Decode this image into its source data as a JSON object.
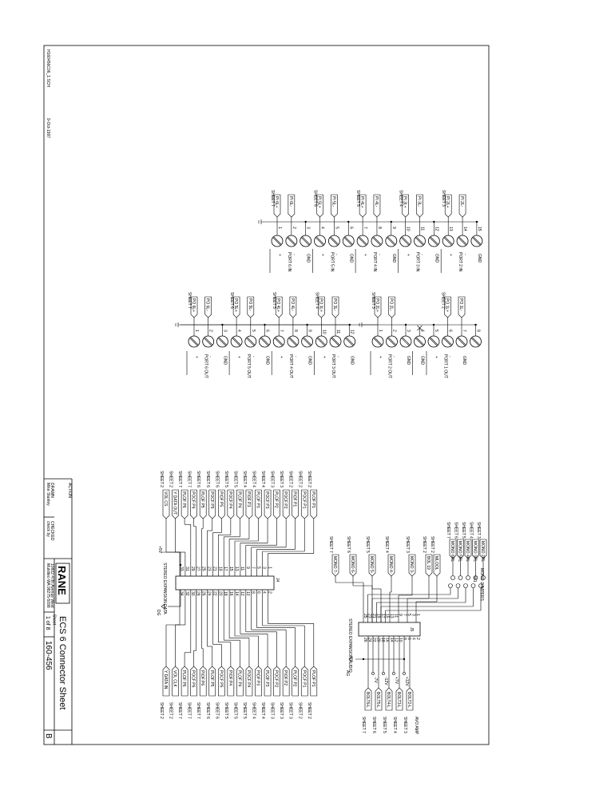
{
  "title_block": {
    "title": "ECS 6 Connector Sheet",
    "doc_number": "160-456",
    "sheet_label": "Sheet",
    "sheet": "1 of 8",
    "revision": "B",
    "company_logo": "RANE",
    "address_line1": "10802 47th Avenue West",
    "address_line2": "Mukilteo WA 98275-5098",
    "drawn_label": "DRAWN",
    "drawn_by": "Mike Stanley",
    "checked_label": "CHECKED",
    "checked_by": "check by",
    "action_label": "ACTION",
    "filename": "H160456C06_1.SCH",
    "date": "9-Oct-1997"
  },
  "port_inputs": {
    "pins": [
      {
        "n": "1",
        "tag": "PI 6L+",
        "sheet": "SHEET 7"
      },
      {
        "n": "2",
        "tag": "PI 6L-"
      },
      {
        "n": "3"
      },
      {
        "n": "4",
        "tag": "PI 5L+",
        "sheet": "SHEET 6"
      },
      {
        "n": "5",
        "tag": "PI 5L-"
      },
      {
        "n": "6"
      },
      {
        "n": "7",
        "tag": "PI 4L+",
        "sheet": "SHEET 5"
      },
      {
        "n": "8",
        "tag": "PI 4L-"
      },
      {
        "n": "9"
      },
      {
        "n": "10",
        "tag": "PI 3L+",
        "sheet": "SHEET 4"
      },
      {
        "n": "11",
        "tag": "PI 3L-"
      },
      {
        "n": "12"
      },
      {
        "n": "13",
        "tag": "PI 2L+",
        "sheet": "SHEET 3"
      },
      {
        "n": "14",
        "tag": "PI 2L-"
      },
      {
        "n": "15"
      }
    ],
    "groups": [
      {
        "port": "PORT 6 IN",
        "signs": [
          "+",
          "-",
          "GND"
        ]
      },
      {
        "port": "PORT 5 IN",
        "signs": [
          "+",
          "-",
          "GND"
        ]
      },
      {
        "port": "PORT 4 IN",
        "signs": [
          "+",
          "-",
          "GND"
        ]
      },
      {
        "port": "PORT 3 IN",
        "signs": [
          "+",
          "-",
          "GND"
        ]
      },
      {
        "port": "PORT 2 IN",
        "signs": [
          "+",
          "-",
          "GND"
        ]
      }
    ],
    "ref": "J1"
  },
  "port_outputs": {
    "pins_a": [
      {
        "n": "1",
        "tag": "PO 6L+",
        "sheet": "SHEET 7"
      },
      {
        "n": "2",
        "tag": "PO 6L-"
      },
      {
        "n": "3"
      },
      {
        "n": "4",
        "tag": "PO 5L+",
        "sheet": "SHEET 6"
      },
      {
        "n": "5",
        "tag": "PO 5L-"
      },
      {
        "n": "6"
      },
      {
        "n": "7",
        "tag": "PO 4L+",
        "sheet": "SHEET 5"
      },
      {
        "n": "8",
        "tag": "PO 4L-"
      },
      {
        "n": "9"
      },
      {
        "n": "10",
        "tag": "PO 3L+",
        "sheet": "SHEET 4"
      },
      {
        "n": "11",
        "tag": "PO 3L-"
      },
      {
        "n": "12"
      }
    ],
    "groups_a": [
      {
        "port": "PORT 6 OUT",
        "signs": [
          "+",
          "-",
          "GND"
        ]
      },
      {
        "port": "PORT 5 OUT",
        "signs": [
          "+",
          "-",
          "GND"
        ]
      },
      {
        "port": "PORT 4 OUT",
        "signs": [
          "+",
          "-",
          "GND"
        ]
      },
      {
        "port": "PORT 3 OUT",
        "signs": [
          "+",
          "-",
          "GND"
        ]
      }
    ],
    "pins_b": [
      {
        "n": "1",
        "tag": "PO 2L+",
        "sheet": "SHEET 3"
      },
      {
        "n": "2",
        "tag": "PO 2L-"
      },
      {
        "n": "3"
      },
      {
        "n": "4",
        "nc": true
      },
      {
        "n": "5"
      },
      {
        "n": "6",
        "tag": "PO 1L+",
        "sheet": "SHEET 2"
      },
      {
        "n": "7",
        "tag": "PO 1L-"
      },
      {
        "n": "8"
      }
    ],
    "groups_b": [
      {
        "port": "PORT 2 OUT",
        "signs": [
          "+",
          "-",
          "GND"
        ]
      },
      {
        "port": "",
        "signs": [
          "GND"
        ]
      },
      {
        "port": "PORT 1 OUT",
        "signs": [
          "+",
          "-",
          "GND"
        ]
      }
    ],
    "ref_a": "J2",
    "ref_b": "J3"
  },
  "expansion_data": {
    "label": "STEREO EXPANSION DATA",
    "ref": "J4",
    "supply": "+5V",
    "ground": "DG",
    "top_tags": [
      {
        "tag": "VOL CS",
        "sheet": "SHEET 2"
      },
      {
        "tag": "Y DATA OUT",
        "sheet": "SHEET 2"
      },
      {
        "tag": "PLOF P6",
        "sheet": "SHEET 7"
      },
      {
        "tag": "POCF P6",
        "sheet": "SHEET 7"
      },
      {
        "tag": "PLOF P5",
        "sheet": "SHEET 6"
      },
      {
        "tag": "POCF P5",
        "sheet": "SHEET 6"
      },
      {
        "tag": "PIOF P5",
        "sheet": "SHEET 6"
      },
      {
        "tag": "POCF P4",
        "sheet": "SHEET 5"
      },
      {
        "tag": "PLOF P4",
        "sheet": "SHEET 5"
      },
      {
        "tag": "PIOF P3",
        "sheet": "SHEET 4"
      },
      {
        "tag": "PLOF P3",
        "sheet": "SHEET 4"
      },
      {
        "tag": "POCF P3",
        "sheet": "SHEET 4"
      },
      {
        "tag": "PLOF P2",
        "sheet": "SHEET 3"
      },
      {
        "tag": "POCF P2",
        "sheet": "SHEET 3"
      },
      {
        "tag": "PIOF P1",
        "sheet": "SHEET 2"
      },
      {
        "tag": "POCF P1",
        "sheet": "SHEET 2"
      },
      {
        "tag": "PLOF P1",
        "sheet": "SHEET 2"
      }
    ],
    "bottom_tags": [
      {
        "tag": "Y DATA IN",
        "sheet": "SHEET 2"
      },
      {
        "tag": "VOL CLK",
        "sheet": "SHEET 2"
      },
      {
        "tag": "PLOF P6",
        "sheet": "SHEET 7"
      },
      {
        "tag": "POCF P6",
        "sheet": "SHEET 7"
      },
      {
        "tag": "PIOF P6",
        "sheet": "SHEET 7"
      },
      {
        "tag": "PLOF P5",
        "sheet": "SHEET 6"
      },
      {
        "tag": "POCF P5",
        "sheet": "SHEET 6"
      },
      {
        "tag": "PIOF P4",
        "sheet": "SHEET 5"
      },
      {
        "tag": "PLOF P4",
        "sheet": "SHEET 5"
      },
      {
        "tag": "POCF P4",
        "sheet": "SHEET 5"
      },
      {
        "tag": "PIOF P3",
        "sheet": "SHEET 4"
      },
      {
        "tag": "PLOF P3",
        "sheet": "SHEET 4"
      },
      {
        "tag": "POCF P2",
        "sheet": "SHEET 3"
      },
      {
        "tag": "PIOF P2",
        "sheet": "SHEET 3"
      },
      {
        "tag": "PLOF P2",
        "sheet": "SHEET 3"
      },
      {
        "tag": "POCF P1",
        "sheet": "SHEET 2"
      },
      {
        "tag": "PLOF P1",
        "sheet": "SHEET 2"
      }
    ]
  },
  "expansion_audio": {
    "label": "STEREO EXPANSION AUDIO",
    "ref": "J5",
    "ground": "AG",
    "top_tags": [
      {
        "tag": "MONO 7-",
        "sheet": "SHEET 7"
      },
      {
        "tag": "MONO 6-",
        "sheet": "SHEET 6"
      },
      {
        "tag": "MONO 5-",
        "sheet": "SHEET 5"
      },
      {
        "tag": "MONO 4-",
        "sheet": "SHEET 4"
      },
      {
        "tag": "MONO 3-",
        "sheet": "SHEET 3"
      },
      {
        "tag": "BOL 19",
        "sheet": "SHEET 2"
      },
      {
        "tag": "MLOOL",
        "sheet": "SHEET 2"
      }
    ],
    "bottom_tags": [
      {
        "tag": "BOLT6-L",
        "sheet": "SHEET 7"
      },
      {
        "tag": "BOLT5-L",
        "sheet": "SHEET 6"
      },
      {
        "tag": "BOLT4-L",
        "sheet": "SHEET 5"
      },
      {
        "tag": "BOLT3-L",
        "sheet": "SHEET 4"
      },
      {
        "tag": "BOLT2-L",
        "sheet": "SHEET 3"
      }
    ],
    "supplies": [
      "-7V",
      "-12V",
      "+7V",
      "+12V"
    ],
    "bottom_note": "AVO AMP",
    "jumper_label": "MONO JUMPERS",
    "jumper_ref": "W1",
    "jumper_tags": [
      {
        "tag": "MONO 6RL",
        "sheet": "SHEET 7"
      },
      {
        "tag": "MONO 5RL",
        "sheet": "SHEET 6"
      },
      {
        "tag": "MONO 4RL",
        "sheet": "SHEET 5"
      },
      {
        "tag": "MONO 3RL",
        "sheet": "SHEET 4"
      },
      {
        "tag": "MONO 2RL",
        "sheet": "SHEET 3"
      }
    ]
  }
}
